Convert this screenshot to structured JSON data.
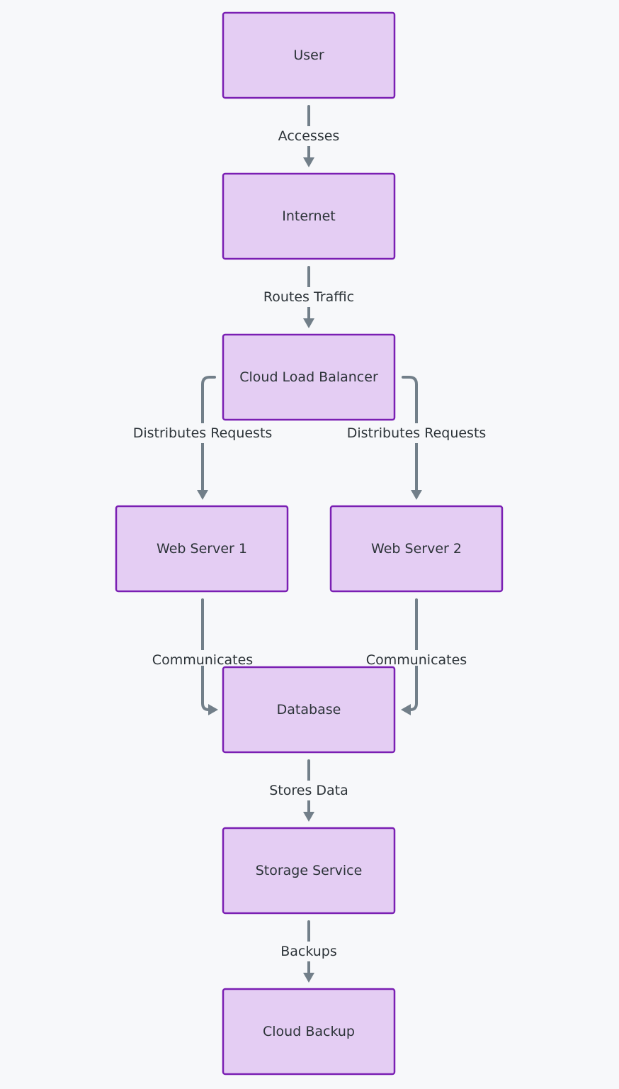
{
  "nodes": [
    {
      "id": "user",
      "label": "User"
    },
    {
      "id": "internet",
      "label": "Internet"
    },
    {
      "id": "lb",
      "label": "Cloud Load Balancer"
    },
    {
      "id": "web1",
      "label": "Web Server 1"
    },
    {
      "id": "web2",
      "label": "Web Server 2"
    },
    {
      "id": "db",
      "label": "Database"
    },
    {
      "id": "storage",
      "label": "Storage Service"
    },
    {
      "id": "backup",
      "label": "Cloud Backup"
    }
  ],
  "edges": [
    {
      "from": "user",
      "to": "internet",
      "label": "Accesses"
    },
    {
      "from": "internet",
      "to": "lb",
      "label": "Routes Traffic"
    },
    {
      "from": "lb",
      "to": "web1",
      "label": "Distributes Requests"
    },
    {
      "from": "lb",
      "to": "web2",
      "label": "Distributes Requests"
    },
    {
      "from": "web1",
      "to": "db",
      "label": "Communicates"
    },
    {
      "from": "web2",
      "to": "db",
      "label": "Communicates"
    },
    {
      "from": "db",
      "to": "storage",
      "label": "Stores Data"
    },
    {
      "from": "storage",
      "to": "backup",
      "label": "Backups"
    }
  ]
}
